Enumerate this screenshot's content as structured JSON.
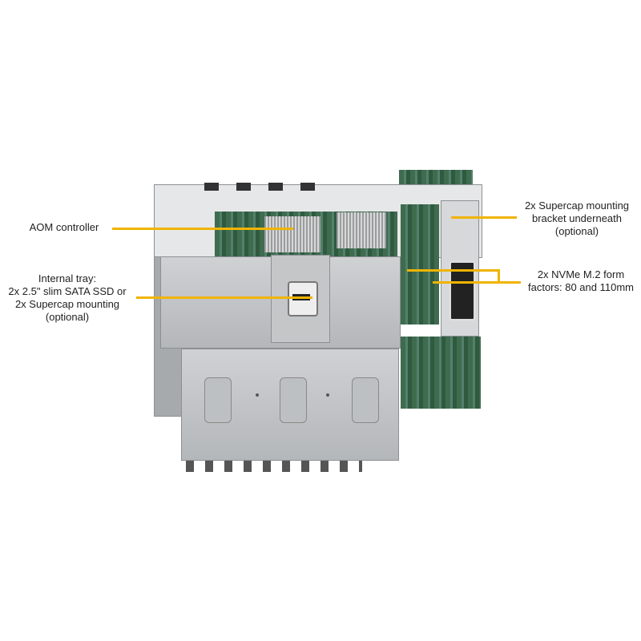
{
  "callouts": {
    "aom": "AOM controller",
    "tray": "Internal  tray:\n2x 2.5\" slim SATA SSD or\n2x Supercap mounting\n(optional)",
    "supercap": "2x Supercap mounting\nbracket underneath\n(optional)",
    "nvme": "2x NVMe M.2 form\nfactors: 80 and 110mm"
  },
  "colors": {
    "leader": "#f0b400"
  }
}
